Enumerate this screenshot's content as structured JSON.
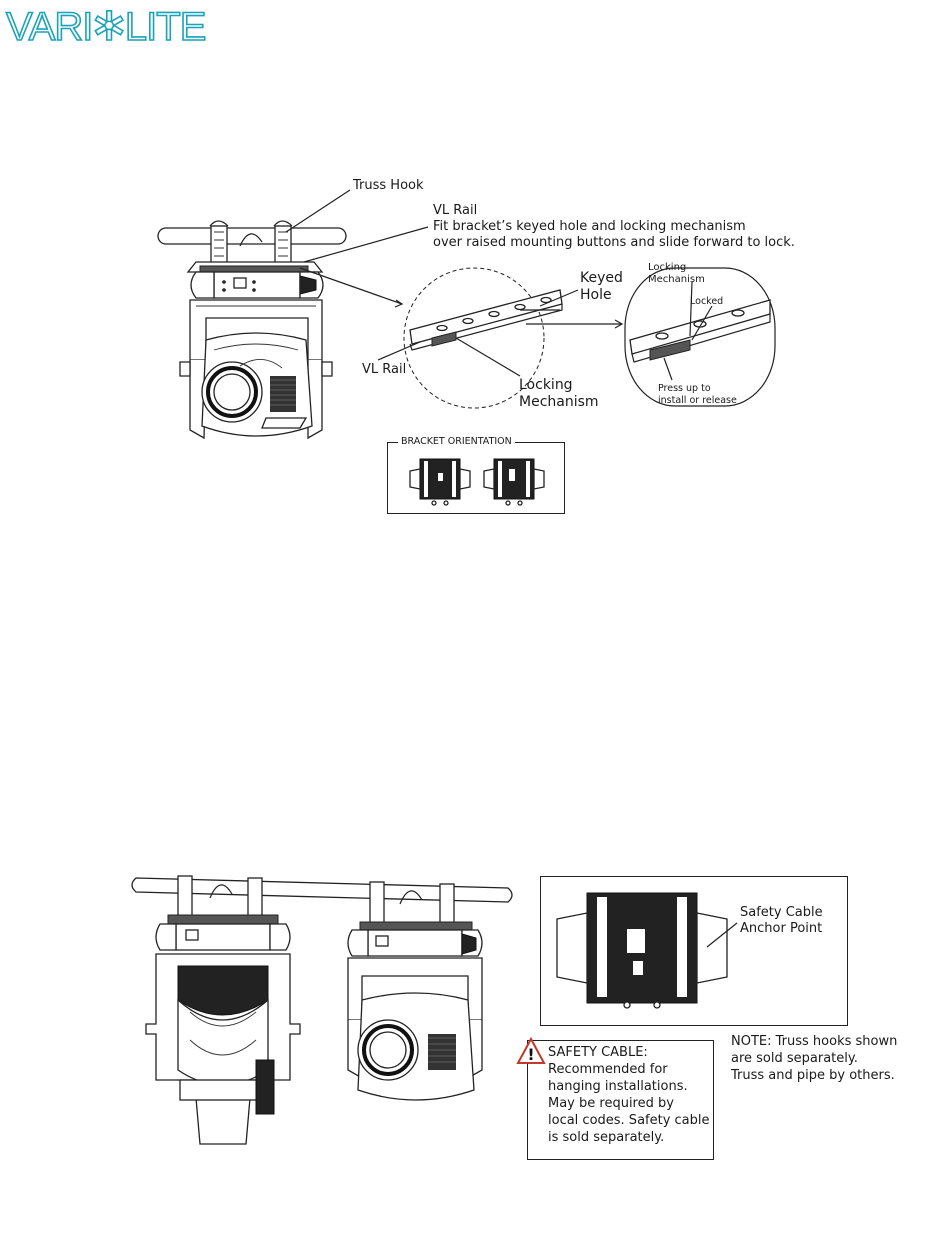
{
  "brand": {
    "logo_text": "VARI✲LITE",
    "logo_color": "#1aa3b8"
  },
  "figure_top": {
    "truss_hook": "Truss Hook",
    "vl_rail_title": "VL Rail",
    "vl_rail_desc_1": "Fit bracket’s keyed hole and locking mechanism",
    "vl_rail_desc_2": "over raised mounting buttons and slide forward to lock.",
    "keyed_hole_1": "Keyed",
    "keyed_hole_2": "Hole",
    "vl_rail_label": "VL Rail",
    "locking_mech_1": "Locking",
    "locking_mech_2": "Mechanism",
    "detail_locking_1": "Locking",
    "detail_locking_2": "Mechanism",
    "detail_locked": "Locked",
    "press_up_1": "Press up to",
    "press_up_2": "install or release",
    "bracket_orientation": "BRACKET ORIENTATION"
  },
  "figure_bottom": {
    "safety_anchor_1": "Safety Cable",
    "safety_anchor_2": "Anchor Point",
    "note_1": "NOTE: Truss hooks shown",
    "note_2": "are sold separately.",
    "note_3": "Truss and pipe by others.",
    "safety_title": "SAFETY CABLE:",
    "safety_line_1": "Recommended for",
    "safety_line_2": "hanging installations.",
    "safety_line_3": "May be required by",
    "safety_line_4": "local codes. Safety cable",
    "safety_line_5": "is sold separately."
  }
}
